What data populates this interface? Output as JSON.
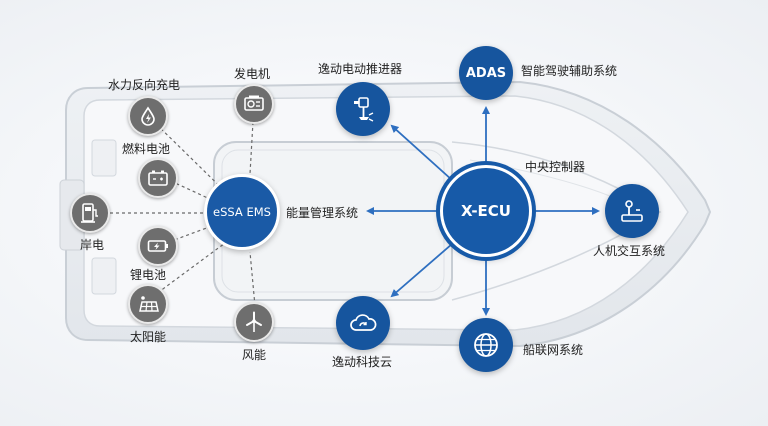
{
  "center": {
    "label": "X-ECU",
    "caption": "中央控制器"
  },
  "ems": {
    "label": "eSSA EMS",
    "caption": "能量管理系统"
  },
  "energy_sources": {
    "hydro": "水力反向充电",
    "generator": "发电机",
    "fuel_cell": "燃料电池",
    "shore_power": "岸电",
    "lithium_battery": "锂电池",
    "solar": "太阳能",
    "wind": "风能"
  },
  "systems": {
    "thruster": "逸动电动推进器",
    "adas_icon_text": "ADAS",
    "adas": "智能驾驶辅助系统",
    "hmi": "人机交互系统",
    "cloud": "逸动科技云",
    "ship_network": "船联网系统"
  },
  "colors": {
    "primary_blue": "#175aa8",
    "node_gray": "#6e6e6e",
    "arrow_blue": "#2e6fc0"
  }
}
